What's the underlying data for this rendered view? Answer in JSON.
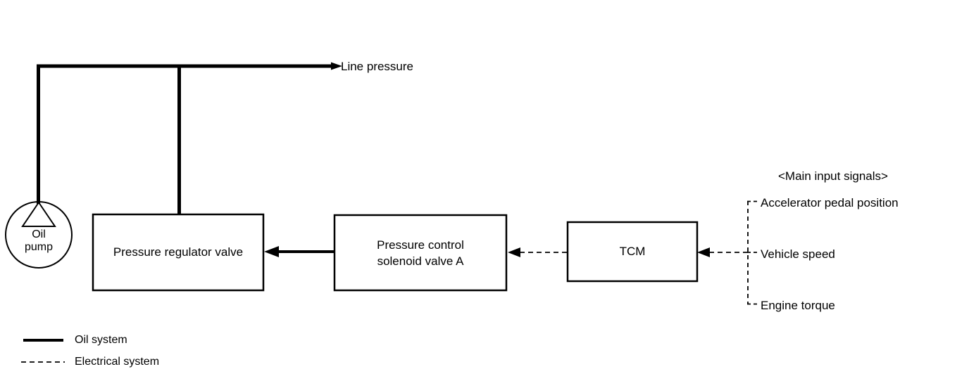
{
  "diagram": {
    "title_label": "Line pressure",
    "nodes": {
      "oil_pump": {
        "line1": "Oil",
        "line2": "pump"
      },
      "pressure_regulator_valve": {
        "label": "Pressure regulator valve"
      },
      "pressure_control_solenoid_valve": {
        "line1": "Pressure control",
        "line2": "solenoid valve A"
      },
      "tcm": {
        "label": "TCM"
      }
    },
    "input_signals": {
      "header": "<Main input signals>",
      "items": [
        "Accelerator pedal position",
        "Vehicle speed",
        "Engine torque"
      ]
    },
    "legend": {
      "items": [
        {
          "label": "Oil system",
          "style": "solid"
        },
        {
          "label": "Electrical system",
          "style": "dashed"
        }
      ]
    },
    "colors": {
      "stroke": "#000000",
      "background": "#ffffff"
    }
  }
}
